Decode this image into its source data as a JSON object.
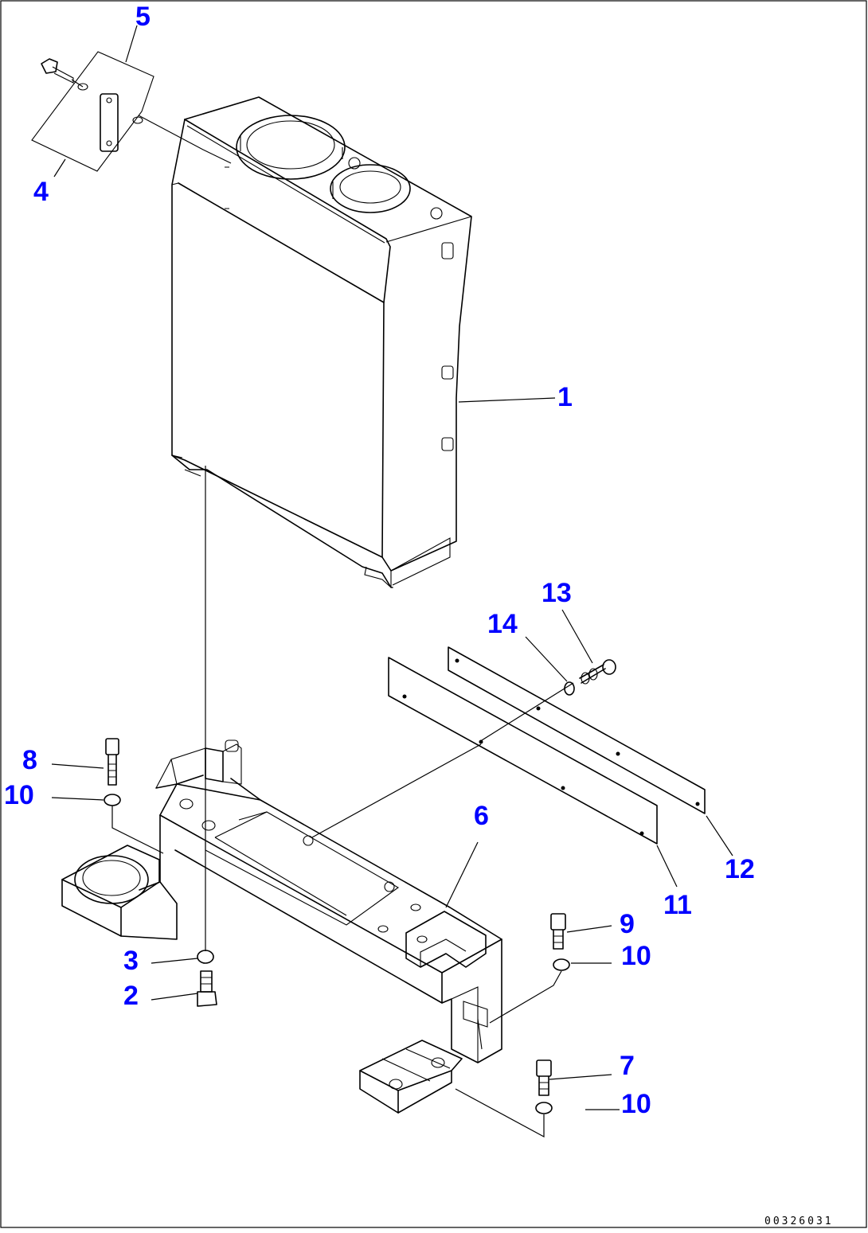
{
  "callouts": {
    "c1": "1",
    "c2": "2",
    "c3": "3",
    "c4": "4",
    "c5": "5",
    "c6": "6",
    "c7": "7",
    "c8": "8",
    "c9": "9",
    "c10a": "10",
    "c10b": "10",
    "c10c": "10",
    "c11": "11",
    "c12": "12",
    "c13": "13",
    "c14": "14"
  },
  "drawing_number": "00326031",
  "colors": {
    "callout": "#0000ff",
    "line": "#000000",
    "background": "#ffffff"
  }
}
